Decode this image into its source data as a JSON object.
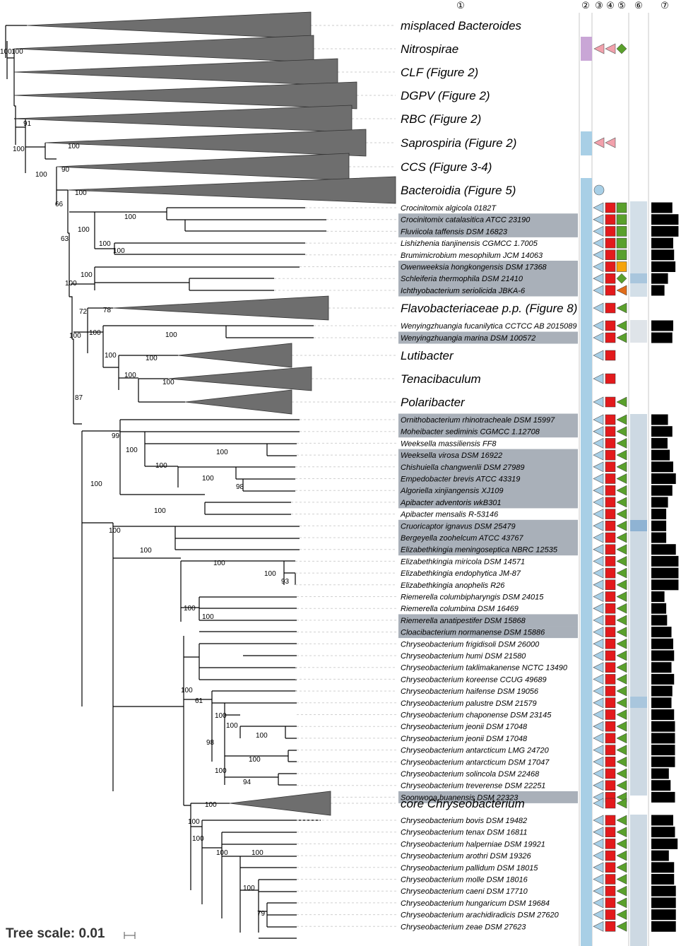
{
  "column_headers": [
    "①",
    "②",
    "③",
    "④",
    "⑤",
    "⑥",
    "⑦"
  ],
  "tree_scale_label": "Tree scale: 0.01",
  "colors": {
    "highlight": "#a9b0b9",
    "collapsed_clade": "#6e6e6e",
    "col2_blue": "#a8cfe6",
    "col2_purple": "#c9a6d6",
    "pink_triangle": "#f2a1ac",
    "light_blue_triangle": "#a8cfe6",
    "red_square": "#e31a1c",
    "green": "#5aa02c",
    "orange": "#f5a30a"
  },
  "collapsed_clades": [
    {
      "label": "misplaced Bacteroides",
      "col2": "none",
      "col3": "none",
      "col4": "none",
      "col5": "none"
    },
    {
      "label": "Nitrospirae",
      "col2": "purple",
      "col3": "pink-triangle",
      "col4": "pink-triangle",
      "col5": "green-diamond"
    },
    {
      "label": "CLF (Figure 2)",
      "col2": "none",
      "col3": "none",
      "col4": "none",
      "col5": "none"
    },
    {
      "label": "DGPV (Figure 2)",
      "col2": "none",
      "col3": "none",
      "col4": "none",
      "col5": "none"
    },
    {
      "label": "RBC (Figure 2)",
      "col2": "none",
      "col3": "none",
      "col4": "none",
      "col5": "none"
    },
    {
      "label": "Saprospiria (Figure 2)",
      "col2": "blue",
      "col3": "pink-triangle",
      "col4": "pink-triangle",
      "col5": "none"
    },
    {
      "label": "CCS (Figure 3-4)",
      "col2": "none",
      "col3": "none",
      "col4": "none",
      "col5": "none"
    },
    {
      "label": "Bacteroidia (Figure 5)",
      "col2": "blue",
      "col3": "blue-circle",
      "col4": "none",
      "col5": "none"
    }
  ],
  "leaves": [
    {
      "label": "Crocinitomix algicola 0182T",
      "highlight": false,
      "col5": "green-square",
      "col7": 0.48
    },
    {
      "label": "Crocinitomix catalasitica ATCC 23190",
      "highlight": true,
      "col5": "green-square",
      "col7": 0.62
    },
    {
      "label": "Fluviicola taffensis DSM 16823",
      "highlight": true,
      "col5": "green-square",
      "col7": 0.62
    },
    {
      "label": "Lishizhenia tianjinensis CGMCC 1.7005",
      "highlight": false,
      "col5": "green-square",
      "col7": 0.5
    },
    {
      "label": "Brumimicrobium mesophilum JCM 14063",
      "highlight": false,
      "col5": "green-square",
      "col7": 0.52
    },
    {
      "label": "Owenweeksia hongkongensis DSM 17368",
      "highlight": true,
      "col5": "orange-square",
      "col7": 0.55
    },
    {
      "label": "Schleiferia thermophila DSM 21410",
      "highlight": true,
      "col5": "green-diamond",
      "col7": 0.38
    },
    {
      "label": "Ichthyobacterium seriolicida JBKA-6",
      "highlight": true,
      "col5": "orange-triangle",
      "col7": 0.3
    },
    {
      "label": "Wenyingzhuangia fucanilytica CCTCC AB 2015089",
      "highlight": false,
      "col5": "green-triangle",
      "col7": 0.5
    },
    {
      "label": "Wenyingzhuangia marina DSM 100572",
      "highlight": true,
      "col5": "green-triangle",
      "col7": 0.48
    },
    {
      "label": "Ornithobacterium rhinotracheale DSM 15997",
      "highlight": true,
      "col5": "green-triangle",
      "col7": 0.38
    },
    {
      "label": "Moheibacter sediminis CGMCC 1.12708",
      "highlight": true,
      "col5": "green-triangle",
      "col7": 0.48
    },
    {
      "label": "Weeksella massiliensis FF8",
      "highlight": false,
      "col5": "green-triangle",
      "col7": 0.37
    },
    {
      "label": "Weeksella virosa DSM 16922",
      "highlight": true,
      "col5": "green-triangle",
      "col7": 0.42
    },
    {
      "label": "Chishuiella changwenlii DSM 27989",
      "highlight": true,
      "col5": "green-triangle",
      "col7": 0.5
    },
    {
      "label": "Empedobacter brevis ATCC 43319",
      "highlight": true,
      "col5": "green-triangle",
      "col7": 0.56
    },
    {
      "label": "Algoriella xinjiangensis XJ109",
      "highlight": true,
      "col5": "green-triangle",
      "col7": 0.48
    },
    {
      "label": "Apibacter adventoris wkB301",
      "highlight": true,
      "col5": "green-triangle",
      "col7": 0.38
    },
    {
      "label": "Apibacter mensalis R-53146",
      "highlight": false,
      "col5": "green-triangle",
      "col7": 0.34
    },
    {
      "label": "Cruoricaptor ignavus DSM 25479",
      "highlight": true,
      "col5": "green-triangle",
      "col7": 0.34
    },
    {
      "label": "Bergeyella zoohelcum ATCC 43767",
      "highlight": true,
      "col5": "green-triangle",
      "col7": 0.34
    },
    {
      "label": "Elizabethkingia meningoseptica NBRC 12535",
      "highlight": true,
      "col5": "green-triangle",
      "col7": 0.56
    },
    {
      "label": "Elizabethkingia miricola DSM 14571",
      "highlight": false,
      "col5": "green-triangle",
      "col7": 0.62
    },
    {
      "label": "Elizabethkingia endophytica JM-87",
      "highlight": false,
      "col5": "green-triangle",
      "col7": 0.62
    },
    {
      "label": "Elizabethkingia anophelis R26",
      "highlight": false,
      "col5": "green-triangle",
      "col7": 0.62
    },
    {
      "label": "Riemerella columbipharyngis DSM 24015",
      "highlight": false,
      "col5": "green-triangle",
      "col7": 0.3
    },
    {
      "label": "Riemerella columbina DSM 16469",
      "highlight": false,
      "col5": "green-triangle",
      "col7": 0.34
    },
    {
      "label": "Riemerella anatipestifer DSM 15868",
      "highlight": true,
      "col5": "green-triangle",
      "col7": 0.36
    },
    {
      "label": "Cloacibacterium normanense DSM 15886",
      "highlight": true,
      "col5": "green-triangle",
      "col7": 0.46
    },
    {
      "label": "Chryseobacterium frigidisoli DSM 26000",
      "highlight": false,
      "col5": "green-triangle",
      "col7": 0.5
    },
    {
      "label": "Chryseobacterium humi DSM 21580",
      "highlight": false,
      "col5": "green-triangle",
      "col7": 0.52
    },
    {
      "label": "Chryseobacterium taklimakanense NCTC 13490",
      "highlight": false,
      "col5": "green-triangle",
      "col7": 0.46
    },
    {
      "label": "Chryseobacterium koreense CCUG 49689",
      "highlight": false,
      "col5": "green-triangle",
      "col7": 0.52
    },
    {
      "label": "Chryseobacterium haifense DSM 19056",
      "highlight": false,
      "col5": "green-triangle",
      "col7": 0.48
    },
    {
      "label": "Chryseobacterium palustre DSM 21579",
      "highlight": false,
      "col5": "green-triangle",
      "col7": 0.46
    },
    {
      "label": "Chryseobacterium chaponense DSM 23145",
      "highlight": false,
      "col5": "green-triangle",
      "col7": 0.52
    },
    {
      "label": "Chryseobacterium jeonii DSM 17048",
      "highlight": false,
      "col5": "green-triangle",
      "col7": 0.54
    },
    {
      "label": "Chryseobacterium jeonii DSM 17048",
      "highlight": false,
      "col5": "green-triangle",
      "col7": 0.54
    },
    {
      "label": "Chryseobacterium antarcticum LMG 24720",
      "highlight": false,
      "col5": "green-triangle",
      "col7": 0.54
    },
    {
      "label": "Chryseobacterium antarcticum DSM 17047",
      "highlight": false,
      "col5": "green-triangle",
      "col7": 0.54
    },
    {
      "label": "Chryseobacterium solincola DSM 22468",
      "highlight": false,
      "col5": "green-triangle",
      "col7": 0.4
    },
    {
      "label": "Chryseobacterium treverense DSM 22251",
      "highlight": false,
      "col5": "green-triangle",
      "col7": 0.44
    },
    {
      "label": "Soonwooa buanensis DSM 22323",
      "highlight": true,
      "col5": "green-triangle",
      "col7": 0.54
    },
    {
      "label": "Chryseobacterium bovis DSM 19482",
      "highlight": false,
      "col5": "green-triangle",
      "col7": 0.5
    },
    {
      "label": "Chryseobacterium tenax DSM 16811",
      "highlight": false,
      "col5": "green-triangle",
      "col7": 0.54
    },
    {
      "label": "Chryseobacterium halperniae DSM 19921",
      "highlight": false,
      "col5": "green-triangle",
      "col7": 0.6
    },
    {
      "label": "Chryseobacterium arothri DSM 19326",
      "highlight": false,
      "col5": "green-triangle",
      "col7": 0.4
    },
    {
      "label": "Chryseobacterium pallidum DSM 18015",
      "highlight": false,
      "col5": "green-triangle",
      "col7": 0.52
    },
    {
      "label": "Chryseobacterium molle DSM 18016",
      "highlight": false,
      "col5": "green-triangle",
      "col7": 0.52
    },
    {
      "label": "Chryseobacterium caeni DSM 17710",
      "highlight": false,
      "col5": "green-triangle",
      "col7": 0.56
    },
    {
      "label": "Chryseobacterium hungaricum DSM 19684",
      "highlight": false,
      "col5": "green-triangle",
      "col7": 0.56
    },
    {
      "label": "Chryseobacterium arachidiradicis DSM 27620",
      "highlight": false,
      "col5": "green-triangle",
      "col7": 0.56
    },
    {
      "label": "Chryseobacterium zeae DSM 27623",
      "highlight": false,
      "col5": "green-triangle",
      "col7": 0.56
    }
  ],
  "inner_clades": [
    {
      "label": "Flavobacteriaceae p.p. (Figure 8)",
      "col5": "green-triangle"
    },
    {
      "label": "Lutibacter",
      "col5": "none"
    },
    {
      "label": "Tenacibaculum",
      "col5": "none"
    },
    {
      "label": "Polaribacter",
      "col5": "green-triangle"
    },
    {
      "label": "core Chryseobacterium",
      "col5": "green-triangle"
    }
  ],
  "bootstrap_values": [
    "100",
    "100",
    "91",
    "100",
    "100",
    "90",
    "100",
    "66",
    "100",
    "63",
    "100",
    "100",
    "100",
    "100",
    "100",
    "100",
    "72",
    "78",
    "100",
    "100",
    "100",
    "100",
    "100",
    "100",
    "100",
    "87",
    "99",
    "100",
    "100",
    "100",
    "100",
    "98",
    "100",
    "100",
    "100",
    "100",
    "100",
    "100",
    "93",
    "100",
    "100",
    "100",
    "61",
    "100",
    "98",
    "100",
    "100",
    "100",
    "100",
    "94",
    "100",
    "100",
    "100",
    "100",
    "100",
    "100",
    "79"
  ]
}
